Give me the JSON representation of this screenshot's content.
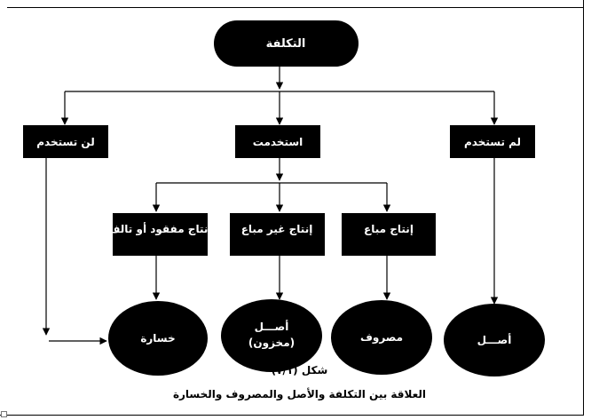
{
  "nodes": {
    "cost": "التكلفة",
    "not_used": "لن تستخدم",
    "used": "استخدمت",
    "never_used": "لم تستخدم",
    "lost_production": "إنتاج مفقود أو تالف",
    "unsold_production": "إنتاج غير مباع",
    "sold_production": "إنتاج مباع",
    "loss": "خسارة",
    "asset_inventory_line1": "أصـــل",
    "asset_inventory_line2": "(مخزون)",
    "expense": "مصروف",
    "asset": "أصـــل"
  },
  "caption": {
    "figure_number": "شكل (٧/١)",
    "title": "العلاقة بين التكلفة والأصل والمصروف والخسارة"
  },
  "colors": {
    "box_fill": "#000000",
    "text": "#ffffff",
    "line": "#000000"
  }
}
